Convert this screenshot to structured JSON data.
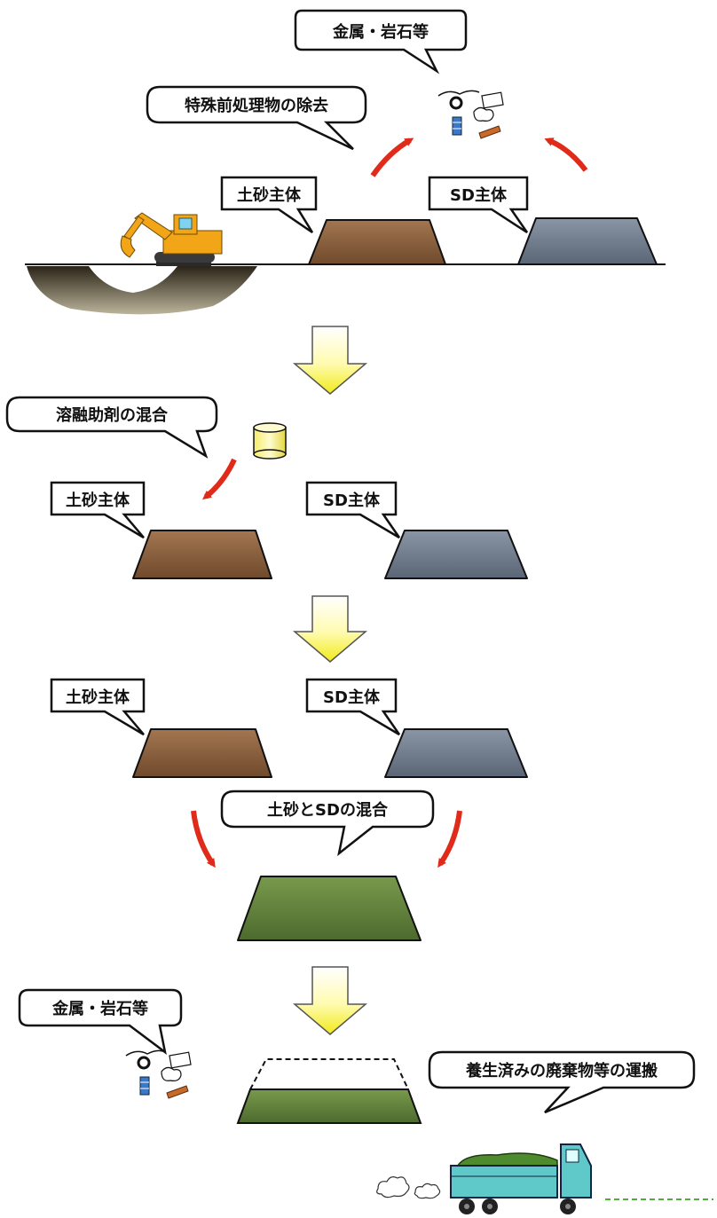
{
  "labels": {
    "metal_rock_top": "金属・岩石等",
    "special_pretreatment": "特殊前処理物の除去",
    "soil_main_1": "土砂主体",
    "sd_main_1": "SD主体",
    "flux_mixing": "溶融助剤の混合",
    "soil_main_2": "土砂主体",
    "sd_main_2": "SD主体",
    "soil_main_3": "土砂主体",
    "sd_main_3": "SD主体",
    "soil_sd_mixing": "土砂とSDの混合",
    "metal_rock_bottom": "金属・岩石等",
    "transport": "養生済みの廃棄物等の運搬"
  },
  "colors": {
    "soil": "#8b5e3c",
    "sd": "#6e7b8c",
    "mixed": "#5f7f3c",
    "arrow_red": "#e02a1a",
    "arrow_yellow": "#f3ef2a",
    "excavator": "#f2a516",
    "truck": "#5fc9c9"
  }
}
